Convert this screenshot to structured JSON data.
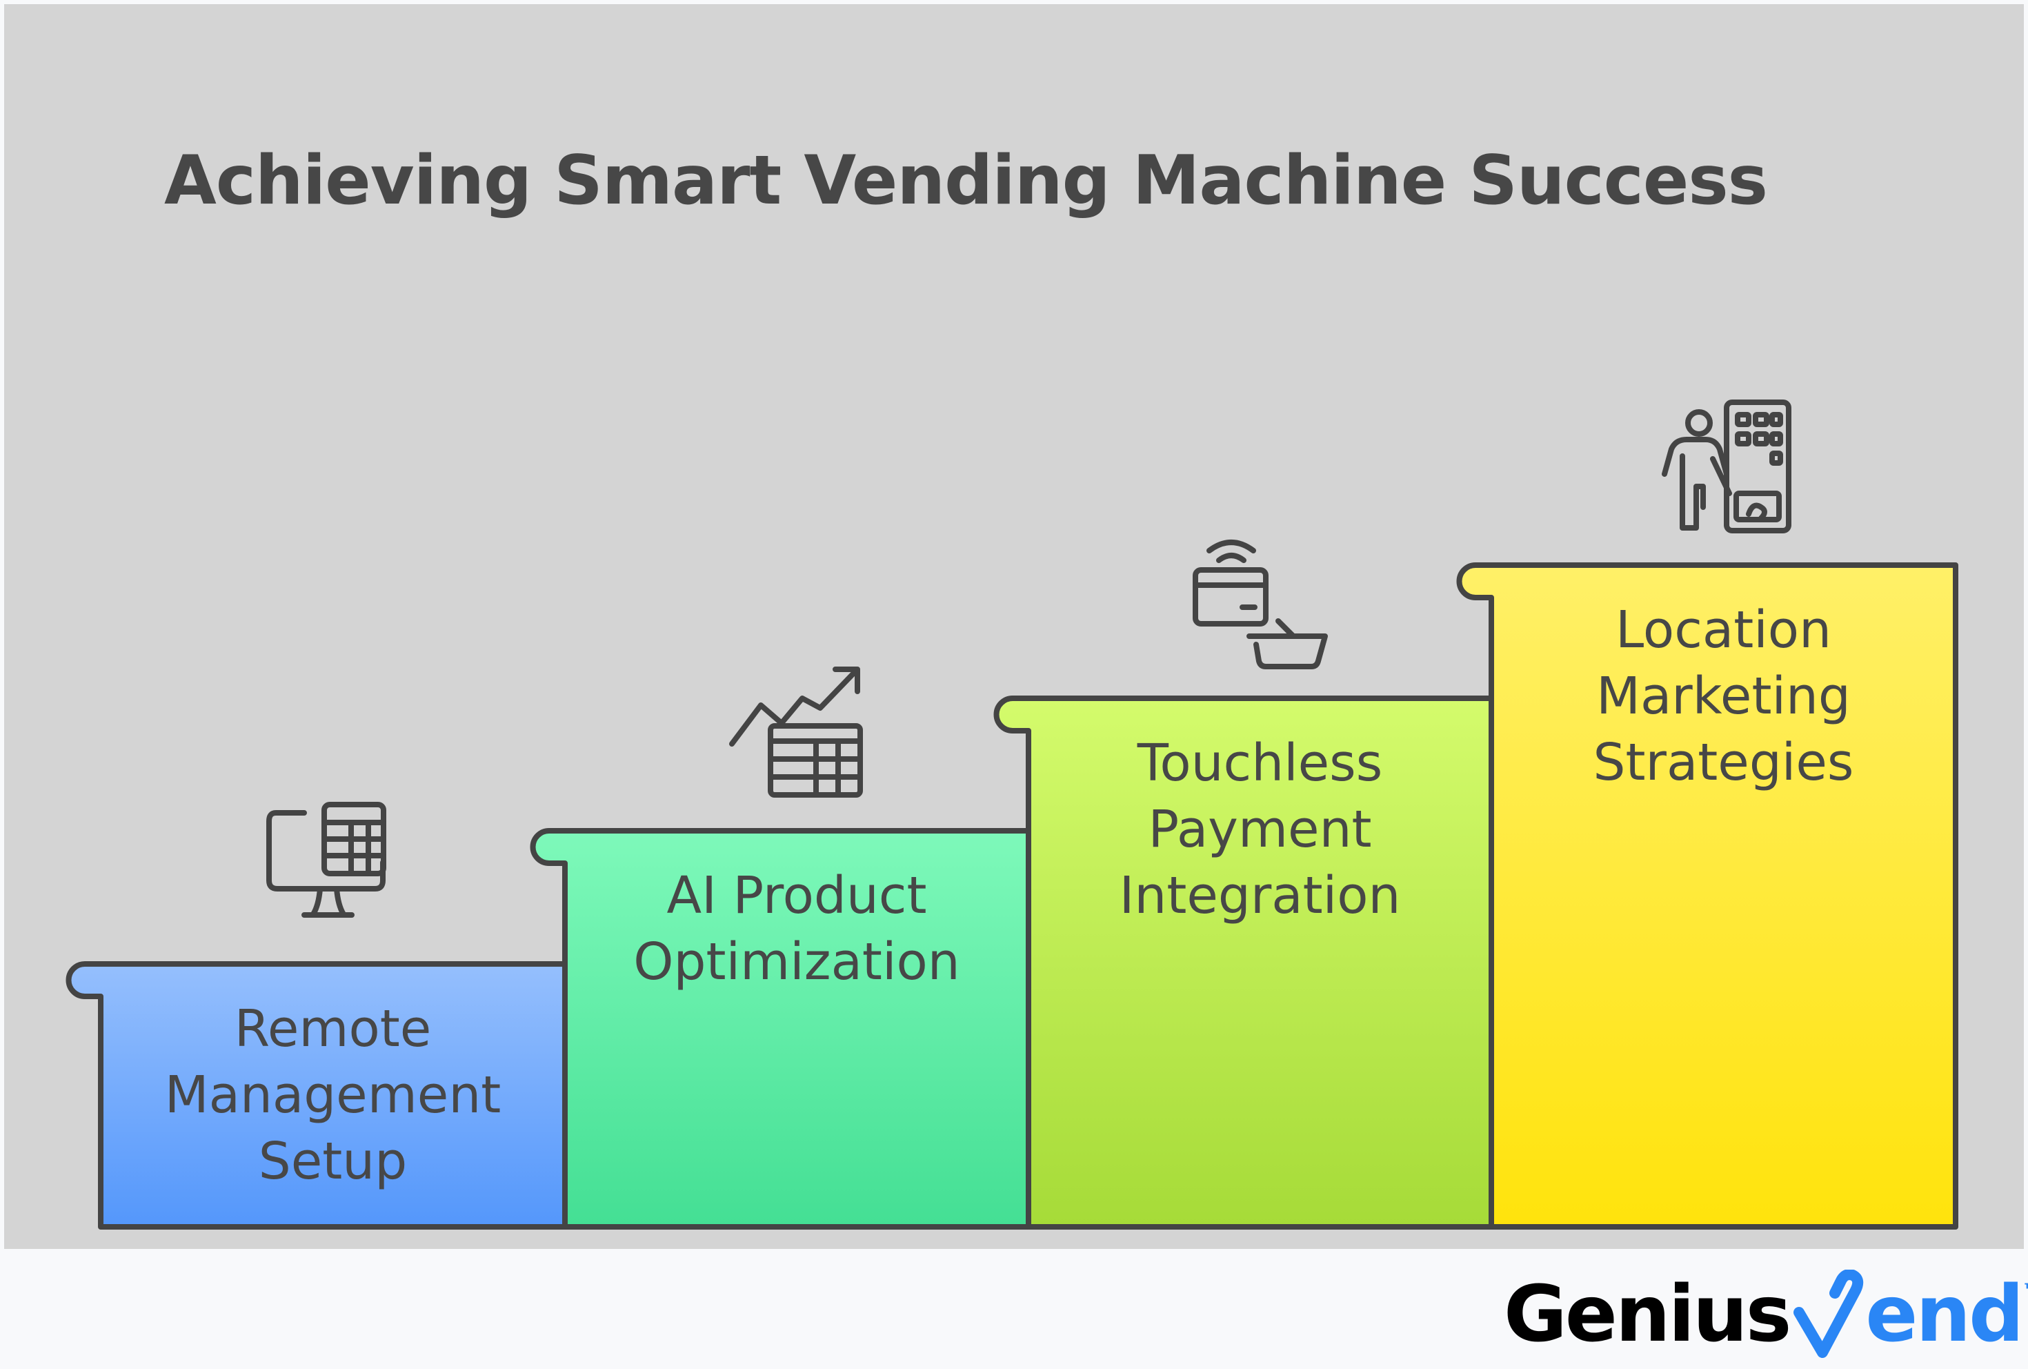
{
  "title": "Achieving Smart Vending Machine Success",
  "steps": [
    {
      "lines": [
        "Remote",
        "Management",
        "Setup"
      ],
      "icon": "monitor-spreadsheet-icon",
      "color_top": "#95bffd",
      "color_bottom": "#5497fb"
    },
    {
      "lines": [
        "AI Product",
        "Optimization"
      ],
      "icon": "chart-growth-table-icon",
      "color_top": "#7ef9ba",
      "color_bottom": "#44df94"
    },
    {
      "lines": [
        "Touchless",
        "Payment",
        "Integration"
      ],
      "icon": "contactless-card-basket-icon",
      "color_top": "#d4fb6c",
      "color_bottom": "#a6db38"
    },
    {
      "lines": [
        "Location",
        "Marketing",
        "Strategies"
      ],
      "icon": "person-vending-machine-icon",
      "color_top": "#fff068",
      "color_bottom": "#ffe30c"
    }
  ],
  "logo": {
    "part1": "Genius",
    "part2": "end",
    "tm": "™",
    "full": "GeniusVend"
  },
  "colors": {
    "background": "#d4d4d4",
    "stroke": "#444444",
    "footer": "#f8f9fb",
    "brand": "#2a86f5"
  }
}
